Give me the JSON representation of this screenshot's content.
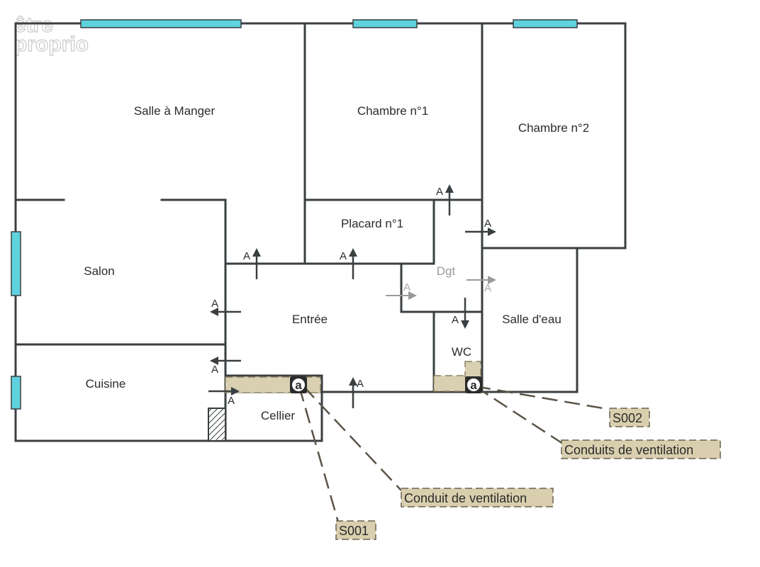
{
  "logo": {
    "line1": "être",
    "line2": "proprio"
  },
  "rooms": {
    "salle_a_manger": "Salle à Manger",
    "chambre1": "Chambre n°1",
    "chambre2": "Chambre n°2",
    "placard1": "Placard n°1",
    "salon": "Salon",
    "dgt": "Dgt",
    "entree": "Entrée",
    "salle_eau": "Salle d'eau",
    "wc": "WC",
    "cuisine": "Cuisine",
    "cellier": "Cellier"
  },
  "arrow_label": "A",
  "marker_glyph": "a",
  "tags": {
    "s002": "S002",
    "conduits": "Conduits de ventilation",
    "conduit": "Conduit de ventilation",
    "s001": "S001"
  },
  "colors": {
    "window": "#5fd3dd",
    "wall": "#3a3f42",
    "tag_fill": "#d9cfae",
    "duct_zone": "#d8d0b0"
  }
}
